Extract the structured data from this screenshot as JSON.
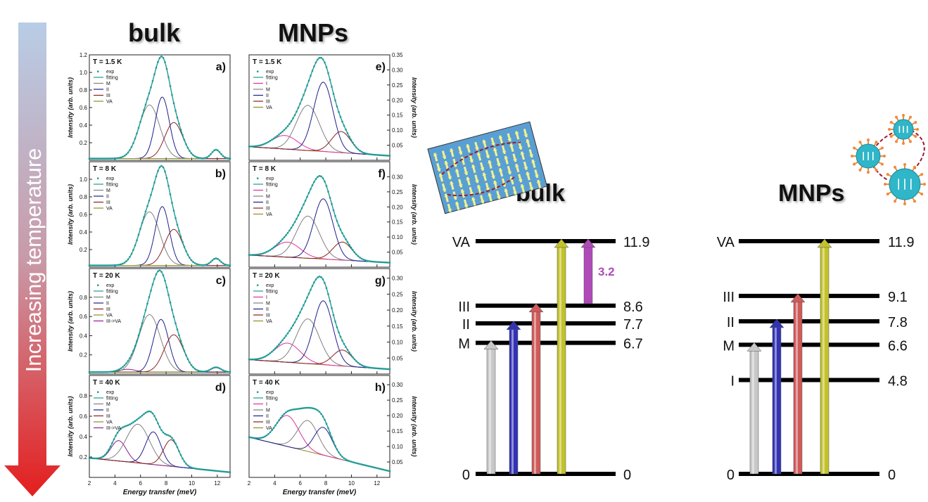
{
  "temperature_arrow_label": "Increasing temperature",
  "column_headers": {
    "bulk": "bulk",
    "mnps": "MNPs"
  },
  "diagram_titles": {
    "bulk": "bulk",
    "mnps": "MNPs"
  },
  "chart_data": [
    {
      "type": "line",
      "panel": "a)",
      "sample": "bulk",
      "temperature": "T = 1.5 K",
      "xlabel": "Energy transfer (meV)",
      "ylabel": "Intensity (arb. units)",
      "xlim": [
        2,
        13
      ],
      "ylim": [
        0,
        1.2
      ],
      "xticks": [
        2,
        4,
        6,
        8,
        10,
        12
      ],
      "yticks": [
        0.2,
        0.4,
        0.6,
        0.8,
        1.0,
        1.2
      ],
      "legend": [
        "exp",
        "fitting",
        "M",
        "II",
        "III",
        "VA"
      ],
      "peaks": [
        {
          "name": "M",
          "center": 6.7,
          "height": 0.61,
          "width": 0.8
        },
        {
          "name": "II",
          "center": 7.7,
          "height": 0.7,
          "width": 0.55
        },
        {
          "name": "III",
          "center": 8.6,
          "height": 0.41,
          "width": 0.7
        },
        {
          "name": "VA",
          "center": 11.9,
          "height": 0.1,
          "width": 0.35
        }
      ],
      "background": [
        0.02,
        0.02
      ]
    },
    {
      "type": "line",
      "panel": "b)",
      "sample": "bulk",
      "temperature": "T = 8 K",
      "xlabel": "Energy transfer (meV)",
      "ylabel": "Intensity (arb. units)",
      "xlim": [
        2,
        13
      ],
      "ylim": [
        0,
        1.2
      ],
      "xticks": [
        2,
        4,
        6,
        8,
        10,
        12
      ],
      "yticks": [
        0.2,
        0.4,
        0.6,
        0.8,
        1.0
      ],
      "legend": [
        "exp",
        "fitting",
        "M",
        "II",
        "III",
        "VA"
      ],
      "peaks": [
        {
          "name": "M",
          "center": 6.7,
          "height": 0.61,
          "width": 0.8
        },
        {
          "name": "II",
          "center": 7.7,
          "height": 0.67,
          "width": 0.55
        },
        {
          "name": "III",
          "center": 8.6,
          "height": 0.41,
          "width": 0.7
        },
        {
          "name": "VA",
          "center": 11.9,
          "height": 0.08,
          "width": 0.35
        }
      ],
      "background": [
        0.02,
        0.02
      ]
    },
    {
      "type": "line",
      "panel": "c)",
      "sample": "bulk",
      "temperature": "T = 20 K",
      "xlabel": "Energy transfer (meV)",
      "ylabel": "Intensity (arb. units)",
      "xlim": [
        2,
        13
      ],
      "ylim": [
        0,
        1.1
      ],
      "xticks": [
        2,
        4,
        6,
        8,
        10,
        12
      ],
      "yticks": [
        0.2,
        0.4,
        0.6,
        0.8
      ],
      "legend": [
        "exp",
        "fitting",
        "M",
        "II",
        "III",
        "VA",
        "III->VA"
      ],
      "peaks": [
        {
          "name": "III->VA",
          "center": 5.0,
          "height": 0.03,
          "width": 0.6
        },
        {
          "name": "M",
          "center": 6.7,
          "height": 0.6,
          "width": 0.85
        },
        {
          "name": "II",
          "center": 7.6,
          "height": 0.55,
          "width": 0.6
        },
        {
          "name": "III",
          "center": 8.6,
          "height": 0.39,
          "width": 0.75
        },
        {
          "name": "VA",
          "center": 11.9,
          "height": 0.05,
          "width": 0.4
        }
      ],
      "background": [
        0.02,
        0.02
      ]
    },
    {
      "type": "line",
      "panel": "d)",
      "sample": "bulk",
      "temperature": "T = 40 K",
      "xlabel": "Energy transfer (meV)",
      "ylabel": "Intensity (arb. units)",
      "xlim": [
        2,
        13
      ],
      "ylim": [
        0,
        1.0
      ],
      "xticks": [
        2,
        4,
        6,
        8,
        10,
        12
      ],
      "yticks": [
        0.2,
        0.4,
        0.6,
        0.8
      ],
      "legend": [
        "exp",
        "fitting",
        "M",
        "II",
        "III",
        "VA",
        "III->VA"
      ],
      "peaks": [
        {
          "name": "III->VA",
          "center": 4.3,
          "height": 0.2,
          "width": 0.6
        },
        {
          "name": "M",
          "center": 5.8,
          "height": 0.38,
          "width": 0.9
        },
        {
          "name": "II",
          "center": 7.0,
          "height": 0.32,
          "width": 0.6
        },
        {
          "name": "III",
          "center": 8.4,
          "height": 0.26,
          "width": 0.6
        }
      ],
      "background": [
        0.19,
        0.05
      ]
    },
    {
      "type": "line",
      "panel": "e)",
      "sample": "MNPs",
      "temperature": "T = 1.5 K",
      "xlabel": "Energy transfer (meV)",
      "ylabel": "Intensity (arb. units)",
      "xlim": [
        2,
        13
      ],
      "ylim": [
        0,
        0.35
      ],
      "xticks": [
        2,
        4,
        6,
        8,
        10,
        12
      ],
      "yticks": [
        0.05,
        0.1,
        0.15,
        0.2,
        0.25,
        0.3,
        0.35
      ],
      "legend": [
        "exp",
        "fitting",
        "I",
        "M",
        "II",
        "III",
        "VA"
      ],
      "peaks": [
        {
          "name": "I",
          "center": 4.8,
          "height": 0.045,
          "width": 1.0
        },
        {
          "name": "M",
          "center": 6.6,
          "height": 0.15,
          "width": 0.9
        },
        {
          "name": "II",
          "center": 7.8,
          "height": 0.23,
          "width": 0.75
        },
        {
          "name": "III",
          "center": 9.2,
          "height": 0.07,
          "width": 0.75
        }
      ],
      "background": [
        0.045,
        0.015
      ]
    },
    {
      "type": "line",
      "panel": "f)",
      "sample": "MNPs",
      "temperature": "T = 8 K",
      "xlabel": "Energy transfer (meV)",
      "ylabel": "Intensity (arb. units)",
      "xlim": [
        2,
        13
      ],
      "ylim": [
        0,
        0.35
      ],
      "xticks": [
        2,
        4,
        6,
        8,
        10,
        12
      ],
      "yticks": [
        0.05,
        0.1,
        0.15,
        0.2,
        0.25,
        0.3
      ],
      "legend": [
        "exp",
        "fitting",
        "I",
        "M",
        "II",
        "III",
        "VA"
      ],
      "peaks": [
        {
          "name": "I",
          "center": 5.0,
          "height": 0.05,
          "width": 1.0
        },
        {
          "name": "M",
          "center": 6.6,
          "height": 0.14,
          "width": 0.9
        },
        {
          "name": "II",
          "center": 7.8,
          "height": 0.2,
          "width": 0.75
        },
        {
          "name": "III",
          "center": 9.3,
          "height": 0.06,
          "width": 0.75
        }
      ],
      "background": [
        0.04,
        0.015
      ]
    },
    {
      "type": "line",
      "panel": "g)",
      "sample": "MNPs",
      "temperature": "T = 20 K",
      "xlabel": "Energy transfer (meV)",
      "ylabel": "Intensity (arb. units)",
      "xlim": [
        2,
        13
      ],
      "ylim": [
        0,
        0.33
      ],
      "xticks": [
        2,
        4,
        6,
        8,
        10,
        12
      ],
      "yticks": [
        0.05,
        0.1,
        0.15,
        0.2,
        0.25,
        0.3
      ],
      "legend": [
        "exp",
        "fitting",
        "I",
        "M",
        "II",
        "III",
        "VA"
      ],
      "peaks": [
        {
          "name": "I",
          "center": 5.0,
          "height": 0.06,
          "width": 1.0
        },
        {
          "name": "M",
          "center": 6.6,
          "height": 0.14,
          "width": 0.9
        },
        {
          "name": "II",
          "center": 7.8,
          "height": 0.2,
          "width": 0.75
        },
        {
          "name": "III",
          "center": 9.3,
          "height": 0.05,
          "width": 0.75
        }
      ],
      "background": [
        0.045,
        0.015
      ]
    },
    {
      "type": "line",
      "panel": "h)",
      "sample": "MNPs",
      "temperature": "T = 40 K",
      "xlabel": "Energy transfer (meV)",
      "ylabel": "Intensity (arb. units)",
      "xlim": [
        2,
        13
      ],
      "ylim": [
        0,
        0.33
      ],
      "xticks": [
        2,
        4,
        6,
        8,
        10,
        12
      ],
      "yticks": [
        0.05,
        0.1,
        0.15,
        0.2,
        0.25,
        0.3
      ],
      "legend": [
        "exp",
        "fitting",
        "I",
        "M",
        "II",
        "III",
        "VA"
      ],
      "peaks": [
        {
          "name": "I",
          "center": 5.0,
          "height": 0.1,
          "width": 0.9
        },
        {
          "name": "M",
          "center": 6.6,
          "height": 0.1,
          "width": 0.8
        },
        {
          "name": "II",
          "center": 7.8,
          "height": 0.09,
          "width": 0.7
        }
      ],
      "background": [
        0.13,
        0.02
      ]
    }
  ],
  "energy_diagrams": [
    {
      "name": "bulk",
      "levels": [
        {
          "label": "VA",
          "value": "11.9",
          "energy": 11.9
        },
        {
          "label": "III",
          "value": "8.6",
          "energy": 8.6
        },
        {
          "label": "II",
          "value": "7.7",
          "energy": 7.7
        },
        {
          "label": "M",
          "value": "6.7",
          "energy": 6.7
        },
        {
          "label": "0",
          "value": "0",
          "energy": 0
        }
      ],
      "transitions": [
        {
          "to": "M",
          "color": "#c8c8c8"
        },
        {
          "to": "II",
          "color": "#3232b4"
        },
        {
          "to": "III",
          "color": "#d05a5a"
        },
        {
          "to": "VA",
          "color": "#c2c22a"
        }
      ],
      "extra_transition": {
        "from": "III",
        "to": "VA",
        "label": "3.2",
        "color": "#b04ab8"
      }
    },
    {
      "name": "MNPs",
      "levels": [
        {
          "label": "VA",
          "value": "11.9",
          "energy": 11.9
        },
        {
          "label": "III",
          "value": "9.1",
          "energy": 9.1
        },
        {
          "label": "II",
          "value": "7.8",
          "energy": 7.8
        },
        {
          "label": "M",
          "value": "6.6",
          "energy": 6.6
        },
        {
          "label": "I",
          "value": "4.8",
          "energy": 4.8
        },
        {
          "label": "0",
          "value": "0",
          "energy": 0
        }
      ],
      "transitions": [
        {
          "to": "M",
          "color": "#c8c8c8"
        },
        {
          "to": "II",
          "color": "#3232b4"
        },
        {
          "to": "III",
          "color": "#d05a5a"
        },
        {
          "to": "VA",
          "color": "#c2c22a"
        }
      ]
    }
  ],
  "colors": {
    "exp": "#1e9a94",
    "fitting": "#1e9a94",
    "M": "#808080",
    "II": "#1e1e8c",
    "III": "#8c1e1e",
    "VA": "#8c8c1e",
    "I": "#e0309c",
    "III->VA": "#8c1e8c",
    "arrow_top": "#b8cde6",
    "arrow_bottom": "#e41e1e"
  }
}
